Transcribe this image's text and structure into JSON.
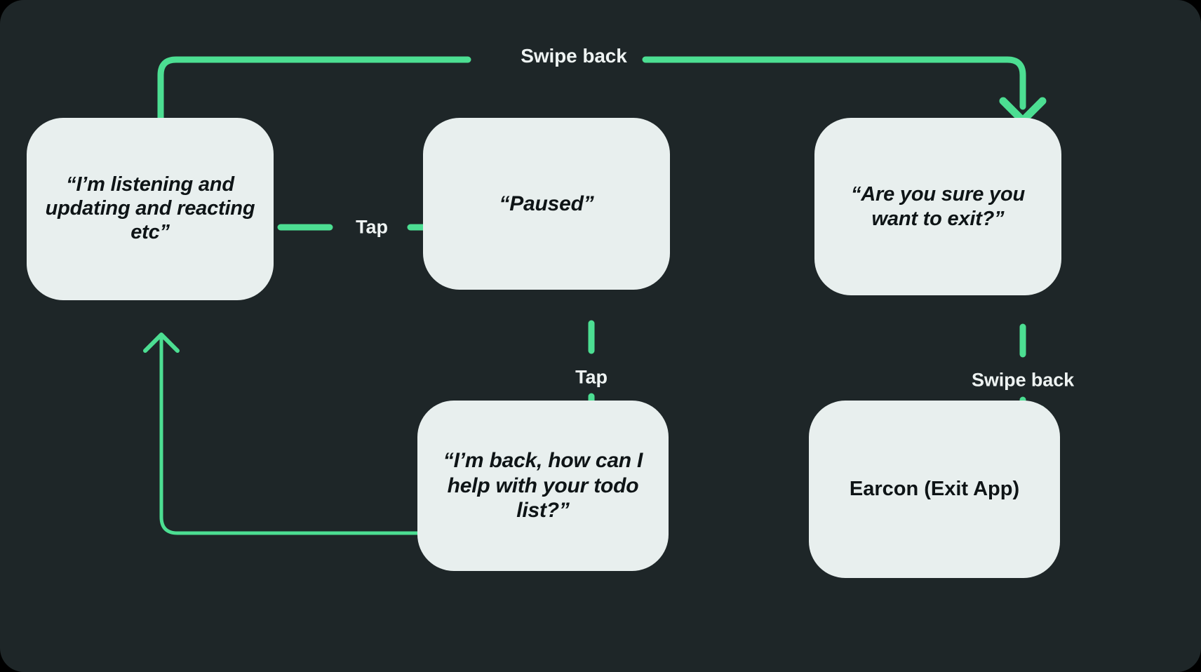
{
  "canvas": {
    "background_color": "#1E2628",
    "accent_color": "#4CDE92",
    "card_color": "#E8EFEE",
    "card_text_color": "#0E1416",
    "label_text_color": "#EEF3F2"
  },
  "nodes": [
    {
      "id": "listening",
      "label": "“I’m listening and updating and reacting etc”"
    },
    {
      "id": "paused",
      "label": "“Paused”"
    },
    {
      "id": "confirm",
      "label": "“Are you sure you want to exit?”"
    },
    {
      "id": "back",
      "label": "“I’m back, how can I help with your todo list?”"
    },
    {
      "id": "earcon",
      "label": "Earcon (Exit App)"
    }
  ],
  "edges": [
    {
      "id": "swipe-top",
      "label": "Swipe back",
      "from": "listening",
      "to": "confirm"
    },
    {
      "id": "tap-right",
      "label": "Tap",
      "from": "listening",
      "to": "paused"
    },
    {
      "id": "tap-down",
      "label": "Tap",
      "from": "paused",
      "to": "back"
    },
    {
      "id": "swipe-right",
      "label": "Swipe back",
      "from": "confirm",
      "to": "earcon"
    },
    {
      "id": "return-left",
      "label": "",
      "from": "back",
      "to": "listening"
    }
  ],
  "chart_data": {
    "type": "diagram",
    "title": "",
    "nodes": [
      "“I’m listening and updating and reacting etc”",
      "“Paused”",
      "“Are you sure you want to exit?”",
      "“I’m back, how can I help with your todo list?”",
      "Earcon (Exit App)"
    ],
    "edges": [
      {
        "source": "“I’m listening and updating and reacting etc”",
        "target": "“Are you sure you want to exit?”",
        "label": "Swipe back"
      },
      {
        "source": "“I’m listening and updating and reacting etc”",
        "target": "“Paused”",
        "label": "Tap"
      },
      {
        "source": "“Paused”",
        "target": "“I’m back, how can I help with your todo list?”",
        "label": "Tap"
      },
      {
        "source": "“Are you sure you want to exit?”",
        "target": "Earcon (Exit App)",
        "label": "Swipe back"
      },
      {
        "source": "“I’m back, how can I help with your todo list?”",
        "target": "“I’m listening and updating and reacting etc”",
        "label": ""
      }
    ]
  }
}
